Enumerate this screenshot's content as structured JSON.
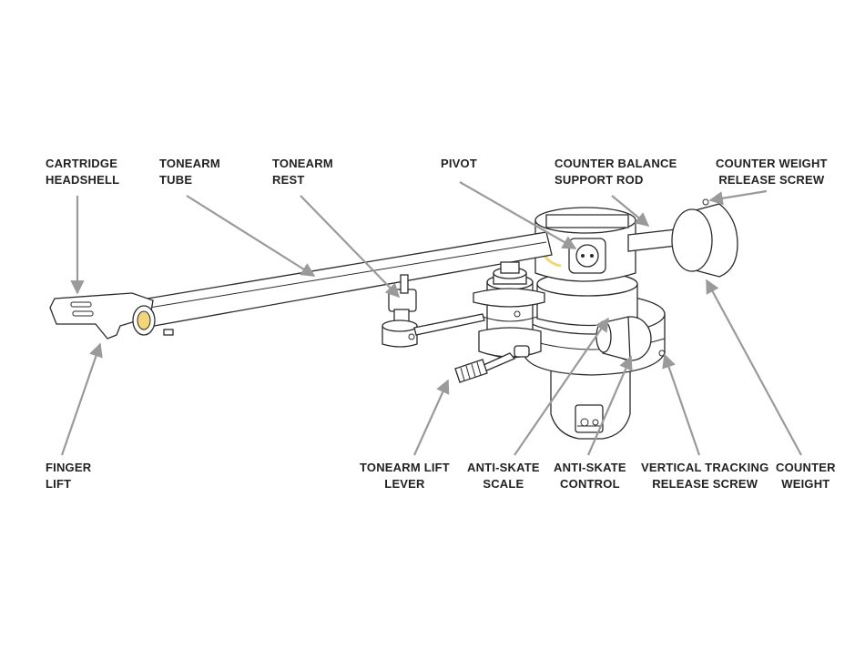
{
  "colors": {
    "background": "#ffffff",
    "line": "#2b2b2b",
    "leader": "#9a9a9a",
    "highlight": "#f2d77a",
    "text": "#222222"
  },
  "labels": {
    "cartridge_headshell": [
      "CARTRIDGE",
      "HEADSHELL"
    ],
    "tonearm_tube": [
      "TONEARM",
      "TUBE"
    ],
    "tonearm_rest": [
      "TONEARM",
      "REST"
    ],
    "pivot": [
      "PIVOT"
    ],
    "counter_balance_rod": [
      "COUNTER BALANCE",
      "SUPPORT ROD"
    ],
    "counter_weight_screw": [
      "COUNTER WEIGHT",
      "RELEASE SCREW"
    ],
    "finger_lift": [
      "FINGER",
      "LIFT"
    ],
    "tonearm_lift_lever": [
      "TONEARM LIFT",
      "LEVER"
    ],
    "anti_skate_scale": [
      "ANTI-SKATE",
      "SCALE"
    ],
    "anti_skate_control": [
      "ANTI-SKATE",
      "CONTROL"
    ],
    "vertical_tracking_screw": [
      "VERTICAL TRACKING",
      "RELEASE SCREW"
    ],
    "counter_weight": [
      "COUNTER",
      "WEIGHT"
    ]
  }
}
